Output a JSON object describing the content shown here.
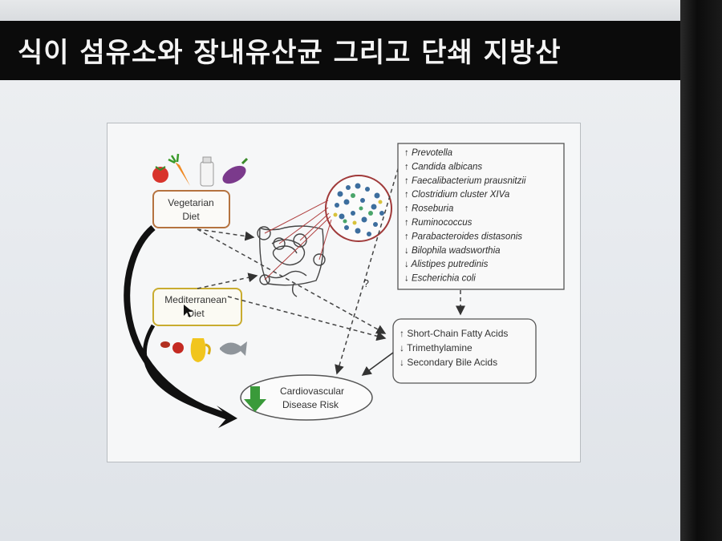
{
  "slide": {
    "title": "식이 섬유소와 장내유산균 그리고 단쇄 지방산"
  },
  "diagram": {
    "vegetarian_label_1": "Vegetarian",
    "vegetarian_label_2": "Diet",
    "mediterranean_label_1": "Mediterranean",
    "mediterranean_label_2": "Diet",
    "question_mark": "?",
    "bacteria": [
      "↑ Prevotella",
      "↑ Candida albicans",
      "↑ Faecalibacterium prausnitzii",
      "↑ Clostridium cluster XIVa",
      "↑ Roseburia",
      "↑ Ruminococcus",
      "↑ Parabacteroides distasonis",
      "↓ Bilophila wadsworthia",
      "↓ Alistipes putredinis",
      "↓ Escherichia coli"
    ],
    "metabolites": [
      "↑ Short-Chain Fatty Acids",
      "↓ Trimethylamine",
      "↓ Secondary Bile Acids"
    ],
    "outcome_label_1": "Cardiovascular",
    "outcome_label_2": "Disease Risk",
    "colors": {
      "veg_box": "#b5733f",
      "med_box": "#c9ac2f",
      "outcome_arrow": "#3a9a3a",
      "microbe_outline": "#a03a3a"
    }
  }
}
